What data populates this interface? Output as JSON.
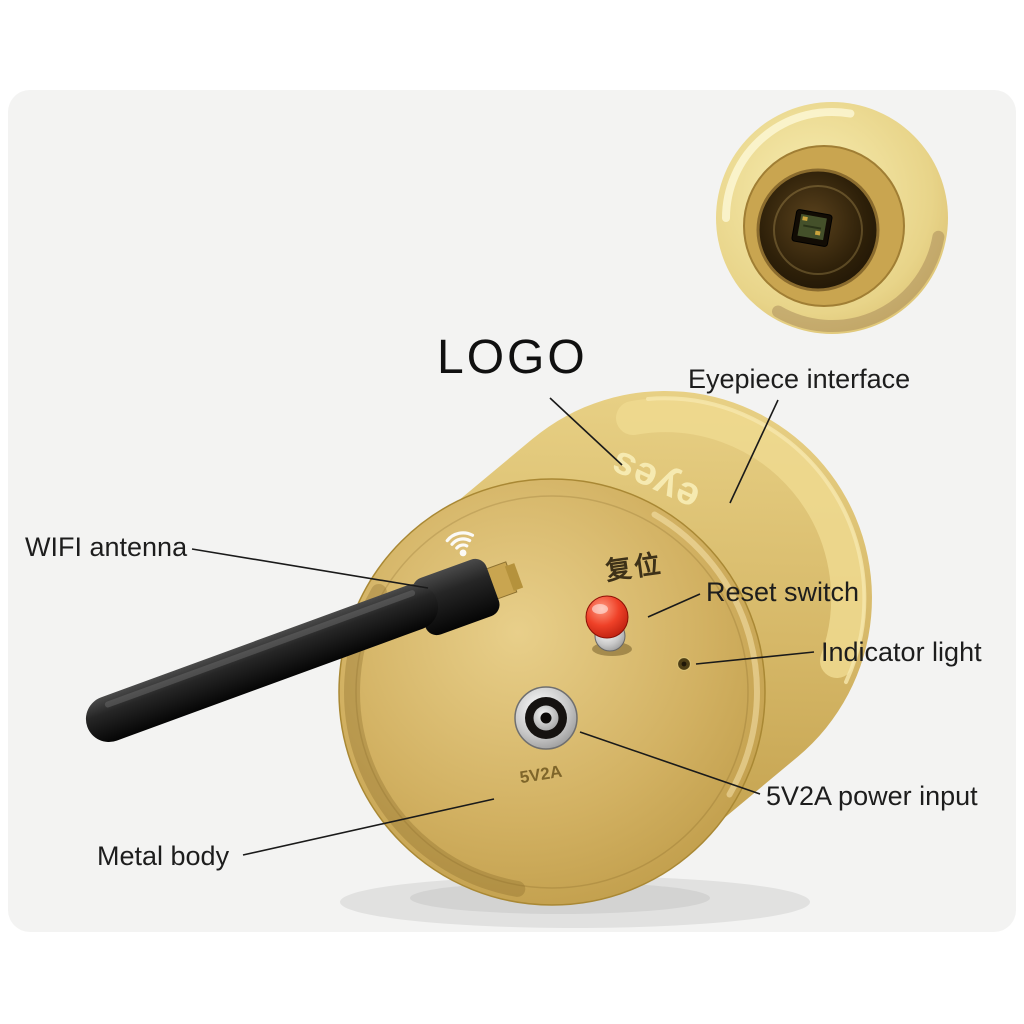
{
  "background": {
    "page_color": "#ffffff",
    "panel_color": "#f3f3f2"
  },
  "device": {
    "kind": "wifi-electronic-eyepiece-camera",
    "body_color": "#d2b162",
    "antenna_color": "#1a1a1a",
    "reset_button_color": "#ef4128",
    "brand_text": "eyes",
    "reset_label_cn": "复位",
    "power_label": "5V2A"
  },
  "callouts": {
    "logo": {
      "label": "LOGO"
    },
    "eyepiece_interface": {
      "label": "Eyepiece interface"
    },
    "wifi_antenna": {
      "label": "WIFI antenna"
    },
    "reset_switch": {
      "label": "Reset switch"
    },
    "indicator_light": {
      "label": "Indicator light"
    },
    "power_input": {
      "label": "5V2A power input"
    },
    "metal_body": {
      "label": "Metal body"
    }
  }
}
